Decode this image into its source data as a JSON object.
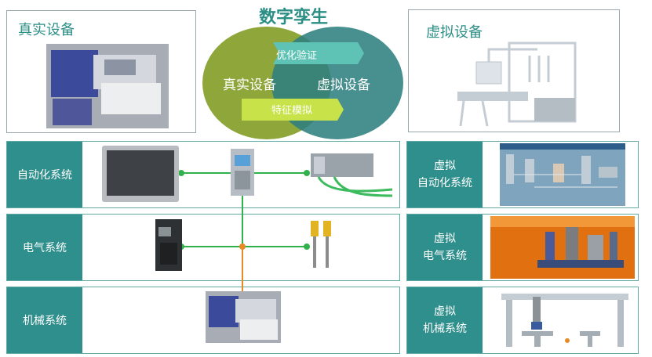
{
  "title": "数字孪生",
  "top_left": {
    "label": "真实设备"
  },
  "top_right": {
    "label": "虚拟设备"
  },
  "venn": {
    "left_label": "真实设备",
    "right_label": "虚拟设备",
    "arrow_top": "优化验证",
    "arrow_bottom": "特征模拟"
  },
  "rows": [
    {
      "label": "自动化系统"
    },
    {
      "label": "电气系统"
    },
    {
      "label": "机械系统"
    }
  ],
  "virtual_rows": [
    {
      "line1": "虚拟",
      "line2": "自动化系统"
    },
    {
      "line1": "虚拟",
      "line2": "电气系统"
    },
    {
      "line1": "虚拟",
      "line2": "机械系统"
    }
  ],
  "colors": {
    "teal": "#2f8f8c",
    "venn_left": "#8fa63a",
    "venn_right": "#2f8080",
    "connector_green": "#2fb24c",
    "connector_orange": "#e88a24"
  }
}
